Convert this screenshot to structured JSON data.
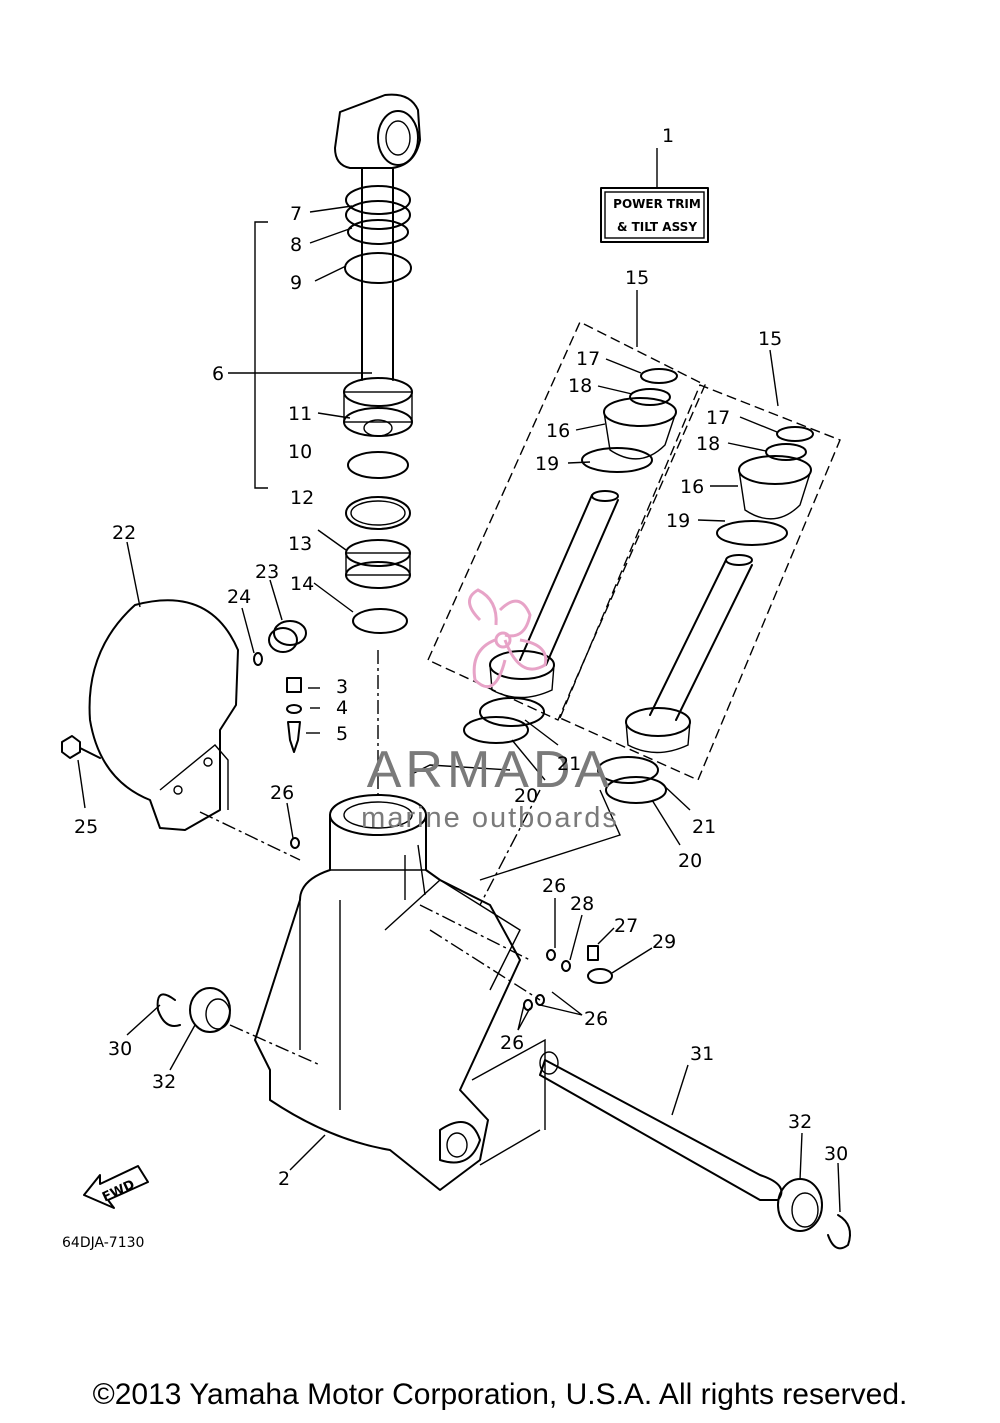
{
  "assembly_box": {
    "line1": "POWER TRIM",
    "line2": "& TILT ASSY"
  },
  "diagram_code": "64DJA-7130",
  "fwd_arrow": "FWD",
  "watermark": {
    "brand": "ARMADA",
    "tagline": "marine outboards",
    "logo_color": "#e7a3c7"
  },
  "callouts": {
    "c1": "1",
    "c2": "2",
    "c3": "3",
    "c4": "4",
    "c5": "5",
    "c6": "6",
    "c7": "7",
    "c8": "8",
    "c9": "9",
    "c10": "10",
    "c11": "11",
    "c12": "12",
    "c13": "13",
    "c14": "14",
    "c15a": "15",
    "c15b": "15",
    "c16a": "16",
    "c16b": "16",
    "c17a": "17",
    "c17b": "17",
    "c18a": "18",
    "c18b": "18",
    "c19a": "19",
    "c19b": "19",
    "c20a": "20",
    "c20b": "20",
    "c21a": "21",
    "c21b": "21",
    "c22": "22",
    "c23": "23",
    "c24": "24",
    "c25": "25",
    "c26a": "26",
    "c26b": "26",
    "c26c": "26",
    "c26d": "26",
    "c27": "27",
    "c28": "28",
    "c29": "29",
    "c30a": "30",
    "c30b": "30",
    "c31": "31",
    "c32a": "32",
    "c32b": "32"
  },
  "footer": "©2013 Yamaha Motor Corporation, U.S.A. All rights reserved."
}
